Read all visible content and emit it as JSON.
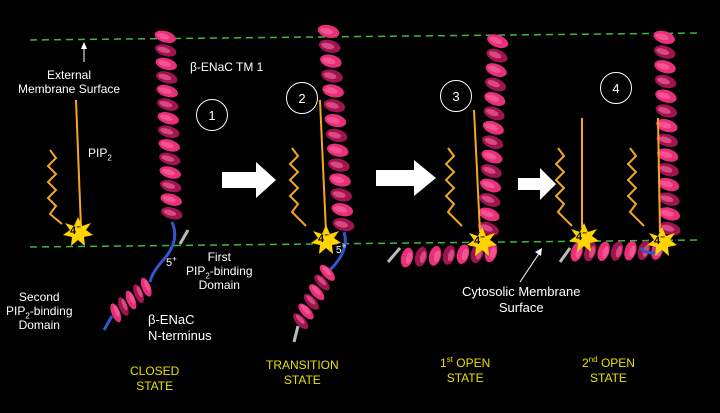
{
  "labels": {
    "external_membrane": [
      "External",
      "Membrane Surface"
    ],
    "tm1": "β-ENaC TM 1",
    "pip_base": "PIP",
    "pip_sub": "2",
    "first_domain": [
      "First",
      "PIP",
      "2",
      "-binding",
      "Domain"
    ],
    "second_domain": [
      "Second",
      "PIP",
      "2",
      "-binding",
      "Domain"
    ],
    "n_terminus": [
      "β-ENaC",
      "N-terminus"
    ],
    "cytosolic": [
      "Cytosolic Membrane",
      "Surface"
    ],
    "charge_minus": "4",
    "charge_plus": "5"
  },
  "steps": [
    "1",
    "2",
    "3",
    "4"
  ],
  "states": {
    "closed": [
      "CLOSED",
      "STATE"
    ],
    "transition": [
      "TRANSITION",
      "STATE"
    ],
    "open1_num": "1",
    "open1_sup": "st",
    "open1": [
      "OPEN",
      "STATE"
    ],
    "open2_num": "2",
    "open2_sup": "nd",
    "open2": [
      "OPEN",
      "STATE"
    ]
  },
  "colors": {
    "membrane_line": "#3fb83f",
    "helix": "#e8307a",
    "helix_dark": "#a0144f",
    "lipid": "#f5a623",
    "star": "#ffd400",
    "loop": "#3355cc",
    "state_text": "#e8e000"
  }
}
